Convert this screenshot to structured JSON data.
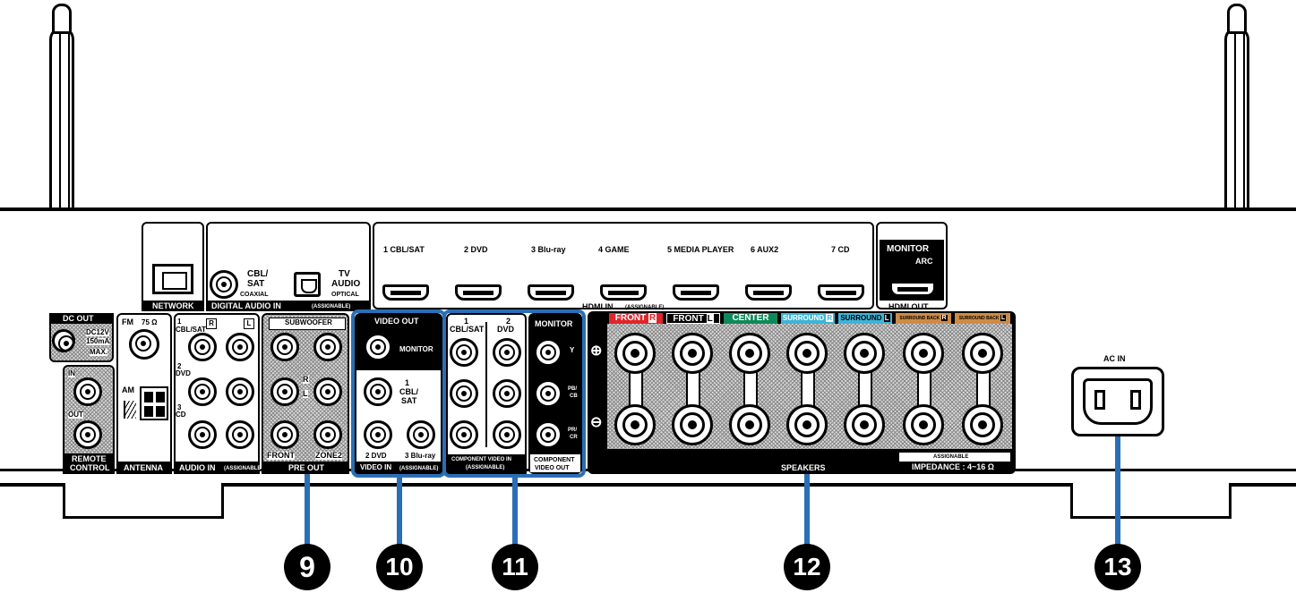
{
  "network": {
    "label": "NETWORK"
  },
  "digital_audio_in": {
    "title": "DIGITAL AUDIO IN",
    "assignable": "(ASSIGNABLE)",
    "coaxial": {
      "line1": "CBL/",
      "line2": "SAT",
      "type": "COAXIAL"
    },
    "optical": {
      "line1": "TV",
      "line2": "AUDIO",
      "type": "OPTICAL"
    }
  },
  "hdmi_in": {
    "title": "HDMI IN",
    "assignable": "(ASSIGNABLE)",
    "ports": [
      "1 CBL/SAT",
      "2 DVD",
      "3 Blu-ray",
      "4 GAME",
      "5 MEDIA PLAYER",
      "6 AUX2",
      "7 CD"
    ]
  },
  "hdmi_out": {
    "title": "HDMI OUT",
    "monitor": "MONITOR",
    "arc": "ARC"
  },
  "dc_out": {
    "title": "DC OUT",
    "line1": "DC12V",
    "line2": "150mA",
    "line3": "MAX."
  },
  "remote_control": {
    "in": "IN",
    "out": "OUT",
    "line1": "REMOTE",
    "line2": "CONTROL"
  },
  "antenna": {
    "title": "ANTENNA",
    "fm": "FM",
    "ohm": "75 Ω",
    "am": "AM"
  },
  "audio_in": {
    "title": "AUDIO IN",
    "assignable": "(ASSIGNABLE)",
    "r": "R",
    "l": "L",
    "inputs": [
      {
        "num": "1",
        "name": "CBL/SAT"
      },
      {
        "num": "2",
        "name": "DVD"
      },
      {
        "num": "3",
        "name": "CD"
      }
    ]
  },
  "pre_out": {
    "title": "PRE OUT",
    "subwoofer": "SUBWOOFER",
    "front": "FRONT",
    "zone2": "ZONE2",
    "r": "R",
    "l": "L"
  },
  "video_out": {
    "title": "VIDEO OUT",
    "monitor": "MONITOR"
  },
  "video_in": {
    "title": "VIDEO IN",
    "assignable": "(ASSIGNABLE)",
    "in1_num": "1",
    "in1_line1": "CBL/",
    "in1_line2": "SAT",
    "in2": "2 DVD",
    "in3": "3 Blu-ray"
  },
  "component_in": {
    "col1_num": "1",
    "col1_name": "CBL/SAT",
    "col2_num": "2",
    "col2_name": "DVD",
    "title": "COMPONENT VIDEO IN",
    "assignable": "(ASSIGNABLE)"
  },
  "component_out": {
    "monitor": "MONITOR",
    "y": "Y",
    "pb": "PB/",
    "cb": "CB",
    "pr": "PR/",
    "cr": "CR",
    "title1": "COMPONENT",
    "title2": "VIDEO OUT"
  },
  "speakers": {
    "title": "SPEAKERS",
    "impedance": "IMPEDANCE : 4~16 Ω",
    "assignable": "ASSIGNABLE",
    "plus": "⊕",
    "minus": "⊖",
    "channels": [
      {
        "name": "FRONT",
        "side": "R",
        "color": "#e0262a"
      },
      {
        "name": "FRONT",
        "side": "L",
        "color": "#000000"
      },
      {
        "name": "CENTER",
        "side": "",
        "color": "#0e8a5a"
      },
      {
        "name": "SURROUND",
        "side": "R",
        "color": "#3db5d8"
      },
      {
        "name": "SURROUND",
        "side": "L",
        "color": "#3db5d8"
      },
      {
        "name": "SURROUND BACK",
        "side": "R",
        "color": "#cd8b45"
      },
      {
        "name": "SURROUND BACK",
        "side": "L",
        "color": "#cd8b45"
      }
    ]
  },
  "ac_in": {
    "label": "AC IN"
  },
  "callouts": [
    "9",
    "10",
    "11",
    "12",
    "13"
  ],
  "highlight_color": "#2a6fb5"
}
